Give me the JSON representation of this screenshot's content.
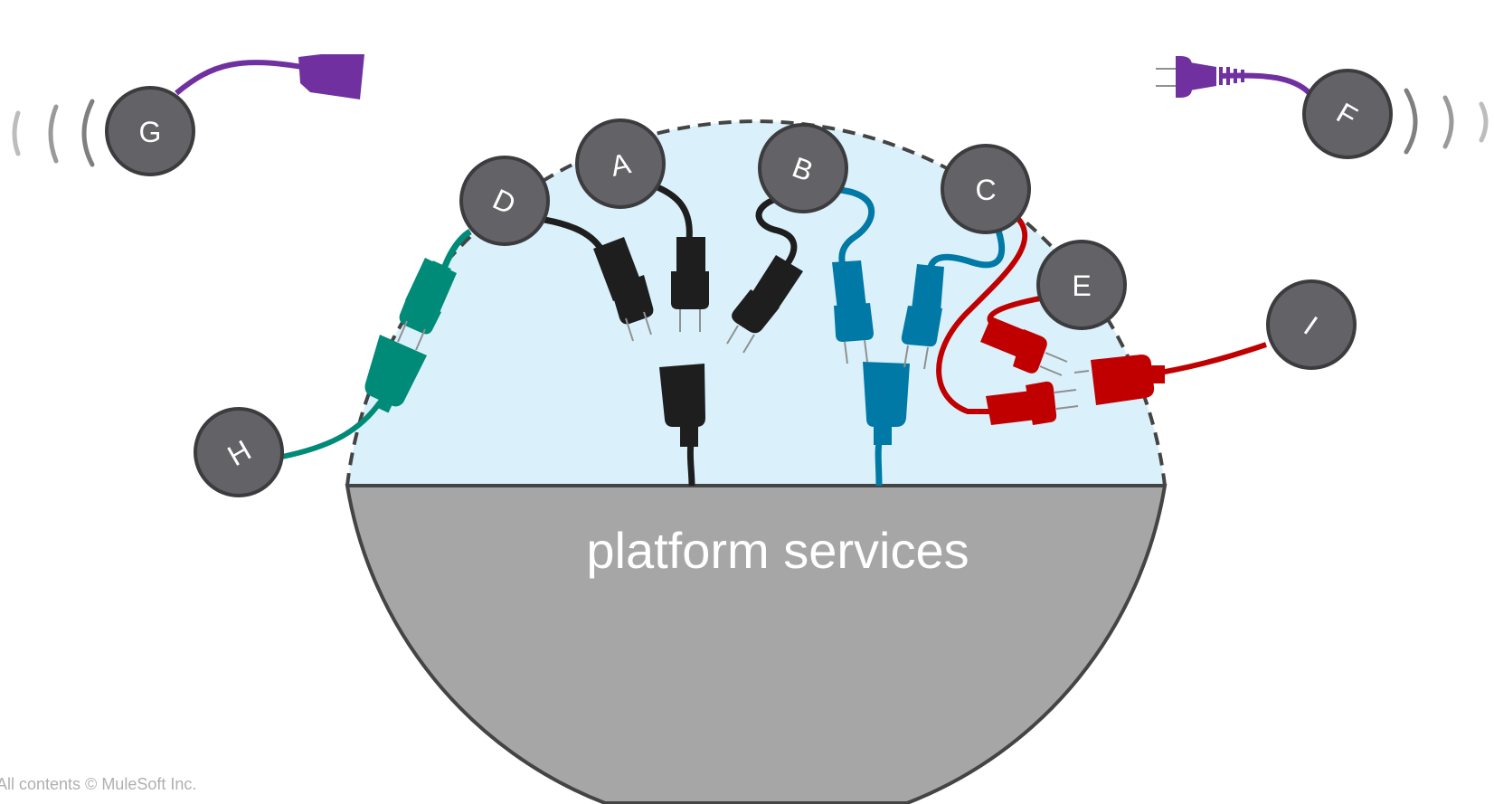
{
  "platform": {
    "label": "platform services"
  },
  "copyright": "All contents © MuleSoft Inc.",
  "colors": {
    "bubble_fill": "#daf1fb",
    "bubble_stroke": "#444444",
    "platform_fill": "#a6a6a6",
    "node_fill": "#636266",
    "node_stroke": "#3c3c3e",
    "black": "#1e1e1e",
    "blue": "#0079a6",
    "green": "#008a78",
    "red": "#c00000",
    "purple": "#7030a0",
    "signal": "#a0a0a0"
  },
  "nodes": [
    {
      "id": "A",
      "label": "A"
    },
    {
      "id": "B",
      "label": "B"
    },
    {
      "id": "C",
      "label": "C"
    },
    {
      "id": "D",
      "label": "D"
    },
    {
      "id": "E",
      "label": "E"
    },
    {
      "id": "F",
      "label": "F"
    },
    {
      "id": "G",
      "label": "G"
    },
    {
      "id": "H",
      "label": "H"
    },
    {
      "id": "I",
      "label": "I"
    }
  ]
}
